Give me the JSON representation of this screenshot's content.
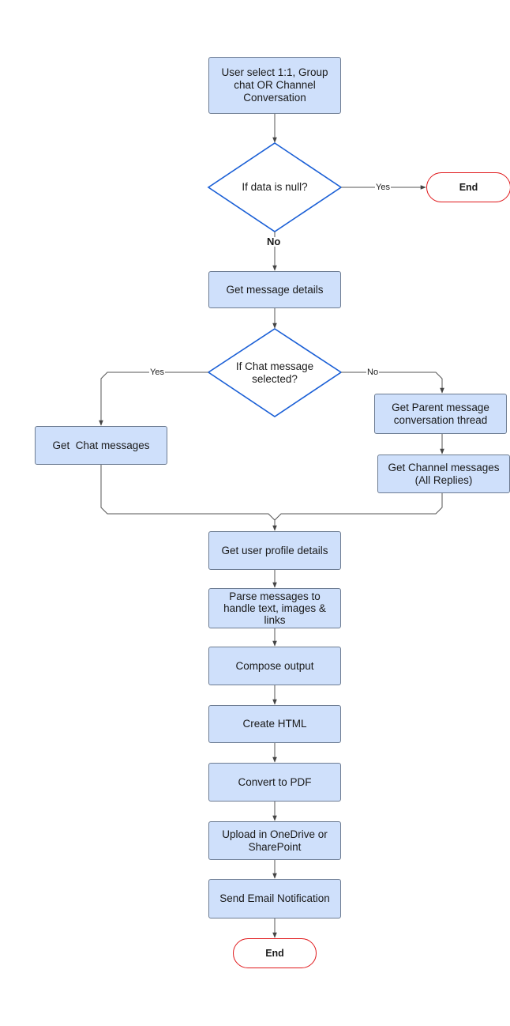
{
  "nodes": {
    "start": "User select 1:1, Group chat OR Channel Conversation",
    "decision_null": "If data is null?",
    "end_top": "End",
    "get_message_details": "Get message details",
    "decision_chat": "If Chat message selected?",
    "get_chat_messages": "Get  Chat messages",
    "get_parent_thread": "Get  Parent message conversation thread",
    "get_channel_messages": "Get  Channel messages (All Replies)",
    "get_user_profile": "Get user profile details",
    "parse_messages": "Parse messages to handle text, images & links",
    "compose_output": "Compose output",
    "create_html": "Create HTML",
    "convert_pdf": "Convert to PDF",
    "upload": "Upload in OneDrive or SharePoint",
    "send_email": "Send Email Notification",
    "end_bottom": "End"
  },
  "edge_labels": {
    "null_yes": "Yes",
    "null_no": "No",
    "chat_yes": "Yes",
    "chat_no": "No"
  },
  "colors": {
    "process_fill": "#cfe0fb",
    "process_border": "#6d7c92",
    "decision_border": "#1a5fd6",
    "terminal_border": "#e0191c",
    "connector": "#555555"
  }
}
